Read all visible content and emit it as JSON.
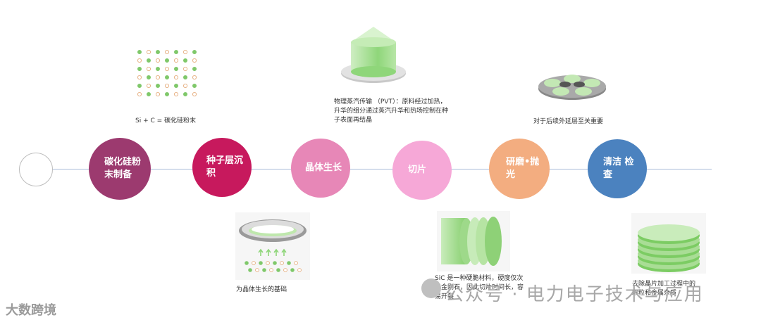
{
  "steps": [
    {
      "label": "碳化硅粉末制备",
      "color": "#9c3a6f"
    },
    {
      "label": "种子层沉积",
      "color": "#c7195d"
    },
    {
      "label": "晶体生长",
      "color": "#e787b7"
    },
    {
      "label": "切片",
      "color": "#f6a8d7"
    },
    {
      "label": "研磨•抛光",
      "color": "#f3ad80"
    },
    {
      "label": "清洁 检查",
      "color": "#4b82bf"
    }
  ],
  "captions": {
    "powder": "Si + C = 碳化硅粉末",
    "pvt": "物理蒸汽传输 （PVT）：原料经过加热，升华的组分通过蒸汽升华和热场控制在种子表面再结晶",
    "polish": "对于后续外延层至关重要",
    "seed": "为晶体生长的基础",
    "slice": "SiC 是一种硬脆材料，硬度仅次于金刚石，因此切片时间长，容易开裂",
    "clean": "去除晶片加工过程中的颗粒和金属杂质"
  },
  "watermarks": {
    "left": "大数跨境",
    "right": "公众号 · 电力电子技术与应用"
  }
}
